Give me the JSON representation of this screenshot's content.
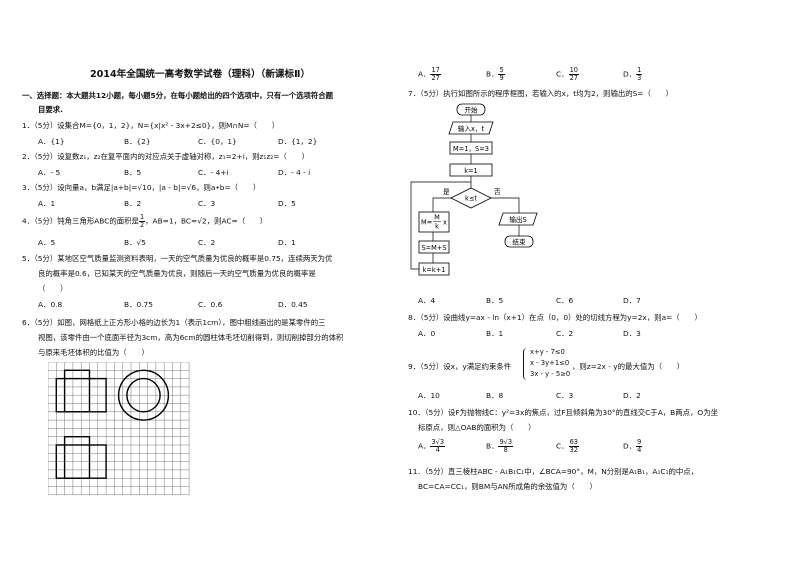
{
  "title": "2014年全国统一高考数学试卷（理科）（新课标Ⅱ）",
  "section": {
    "line1": "一、选择题：本大题共12小题，每小题5分，在每小题给出的四个选项中，只有一个选项符合题",
    "line2": "目要求."
  },
  "questions": {
    "q1": {
      "stem": "1．（5分）设集合M={0，1，2}，N={x|x² - 3x+2≤0}，则M∩N=（　　）",
      "options": [
        "A．{1}",
        "B．{2}",
        "C．{0，1}",
        "D．{1，2}"
      ]
    },
    "q2": {
      "stem": "2．（5分）设复数z₁，z₂在复平面内的对应点关于虚轴对称，z₁=2+i，则z₁z₂=（　　）",
      "options": [
        "A．- 5",
        "B．5",
        "C．- 4+i",
        "D．- 4 - i"
      ]
    },
    "q3": {
      "stem": "3．（5分）设向量a，b满足|a+b|=√10，|a - b|=√6，则a•b=（　　）",
      "options": [
        "A．1",
        "B．2",
        "C．3",
        "D．5"
      ]
    },
    "q4": {
      "stem_pre": "4．（5分）钝角三角形ABC的面积是",
      "frac_n": "1",
      "frac_d": "2",
      "stem_post": "，AB=1，BC=√2，则AC=（　　）",
      "options": [
        "A．5",
        "B．√5",
        "C．2",
        "D．1"
      ]
    },
    "q5": {
      "line1": "5．（5分）某地区空气质量监测资料表明，一天的空气质量为优良的概率是0.75，连续两天为优",
      "line2": "良的概率是0.6，已知某天的空气质量为优良，则随后一天的空气质量为优良的概率是",
      "line3": "（　　）",
      "options": [
        "A．0.8",
        "B．0.75",
        "C．0.6",
        "D．0.45"
      ]
    },
    "q6": {
      "line1": "6．（5分）如图，网格纸上正方形小格的边长为1（表示1cm），图中粗线画出的是某零件的三",
      "line2": "视图，该零件由一个底面半径为3cm，高为6cm的圆柱体毛坯切削得到，则切削掉部分的体积",
      "line3": "与原来毛坯体积的比值为（　　）"
    },
    "q6_options": {
      "A": {
        "label": "A．",
        "n": "17",
        "d": "27"
      },
      "B": {
        "label": "B．",
        "n": "5",
        "d": "9"
      },
      "C": {
        "label": "C．",
        "n": "10",
        "d": "27"
      },
      "D": {
        "label": "D．",
        "n": "1",
        "d": "3"
      }
    },
    "q7": {
      "stem": "7．（5分）执行如图所示的程序框图，若输入的x，t均为2，则输出的S=（　　）",
      "options": [
        "A．4",
        "B．5",
        "C．6",
        "D．7"
      ]
    },
    "q8": {
      "stem": "8．（5分）设曲线y=ax - ln（x+1）在点（0，0）处的切线方程为y=2x，则a=（　　）",
      "options": [
        "A．0",
        "B．1",
        "C．2",
        "D．3"
      ]
    },
    "q9": {
      "stem_pre": "9．（5分）设x，y满足约束条件",
      "c1": "x+y - 7≤0",
      "c2": "x - 3y+1≤0",
      "c3": "3x - y - 5≥0",
      "stem_post": "，则z=2x - y的最大值为（　　）",
      "options": [
        "A．10",
        "B．8",
        "C．3",
        "D．2"
      ]
    },
    "q10": {
      "line1": "10．（5分）设F为抛物线C：y²=3x的焦点，过F且倾斜角为30°的直线交C于A，B两点，O为坐",
      "line2": "标原点，则△OAB的面积为（　　）",
      "A": {
        "label": "A．",
        "n": "3√3",
        "d": "4"
      },
      "B": {
        "label": "B．",
        "n": "9√3",
        "d": "8"
      },
      "C": {
        "label": "C．",
        "n": "63",
        "d": "32"
      },
      "D": {
        "label": "D．",
        "n": "9",
        "d": "4"
      }
    },
    "q11": {
      "line1": "11．（5分）直三棱柱ABC - A₁B₁C₁中，∠BCA=90°，M，N分别是A₁B₁，A₁C₁的中点，",
      "line2": "BC=CA=CC₁，则BM与AN所成角的余弦值为（　　）"
    }
  },
  "flowchart": {
    "start": "开始",
    "input": "输入x，t",
    "init": "M=1，S=3",
    "k1": "k=1",
    "cond": "k≤t",
    "yes": "是",
    "no": "否",
    "m_pre": "M=",
    "m_n": "M",
    "m_d": "k",
    "m_post": "x",
    "s": "S=M+S",
    "inc": "k=k+1",
    "output": "输出S",
    "end": "结束"
  }
}
